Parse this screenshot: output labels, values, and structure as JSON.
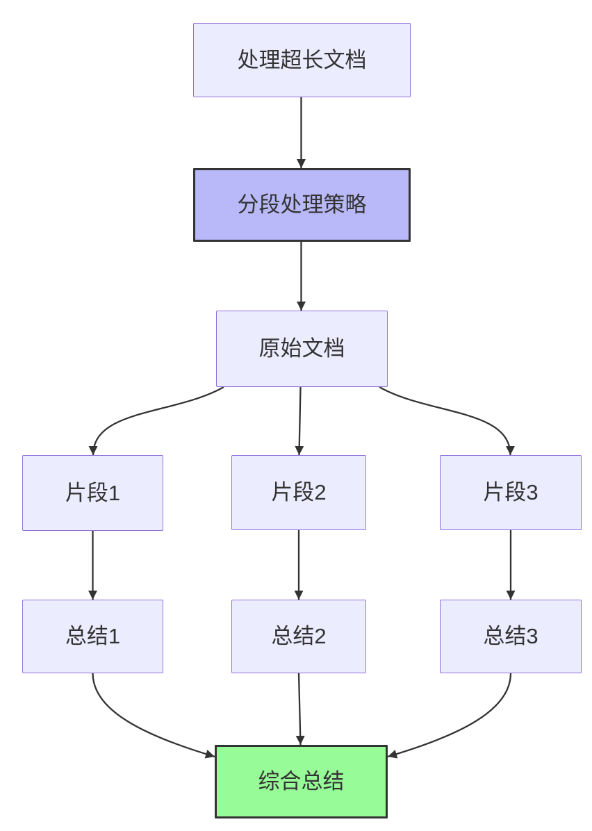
{
  "diagram": {
    "type": "flowchart",
    "direction": "top-down",
    "nodes": {
      "process_doc": {
        "label": "处理超长文档",
        "role": "start"
      },
      "strategy": {
        "label": "分段处理策略",
        "role": "highlight"
      },
      "original": {
        "label": "原始文档",
        "role": "default"
      },
      "frag1": {
        "label": "片段1",
        "role": "default"
      },
      "frag2": {
        "label": "片段2",
        "role": "default"
      },
      "frag3": {
        "label": "片段3",
        "role": "default"
      },
      "sum1": {
        "label": "总结1",
        "role": "default"
      },
      "sum2": {
        "label": "总结2",
        "role": "default"
      },
      "sum3": {
        "label": "总结3",
        "role": "default"
      },
      "final_summary": {
        "label": "综合总结",
        "role": "result"
      }
    },
    "edges": [
      {
        "from": "process_doc",
        "to": "strategy"
      },
      {
        "from": "strategy",
        "to": "original"
      },
      {
        "from": "original",
        "to": "frag1"
      },
      {
        "from": "original",
        "to": "frag2"
      },
      {
        "from": "original",
        "to": "frag3"
      },
      {
        "from": "frag1",
        "to": "sum1"
      },
      {
        "from": "frag2",
        "to": "sum2"
      },
      {
        "from": "frag3",
        "to": "sum3"
      },
      {
        "from": "sum1",
        "to": "final_summary"
      },
      {
        "from": "sum2",
        "to": "final_summary"
      },
      {
        "from": "sum3",
        "to": "final_summary"
      }
    ],
    "colors": {
      "node_fill": "#ECECFF",
      "node_border": "#9370DB",
      "highlight_fill": "#B9B9F9",
      "highlight_border": "#333333",
      "result_fill": "#97FB97",
      "result_border": "#333333",
      "edge": "#333333",
      "text": "#333333",
      "background": "#FFFFFF"
    }
  }
}
